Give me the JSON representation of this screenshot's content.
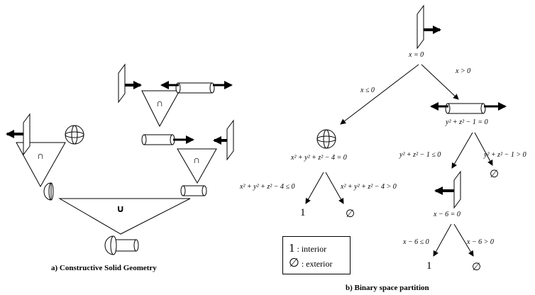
{
  "left": {
    "caption": "a) Constructive Solid Geometry",
    "operators": [
      "∩",
      "∩",
      "∩",
      "∪"
    ]
  },
  "right": {
    "caption": "b) Binary space partition",
    "nodes": {
      "root": "x = 0",
      "cylinder": "y² + z² − 1 = 0",
      "sphere": "x² + y² + z² − 4 = 0",
      "plane2": "x − 6 = 0"
    },
    "edges": {
      "root_left": "x ≤ 0",
      "root_right": "x > 0",
      "cyl_left": "y² + z² − 1 ≤ 0",
      "cyl_right": "y² + z² − 1 > 0",
      "sph_left": "x² + y² + z² − 4 ≤ 0",
      "sph_right": "x² + y² + z² − 4 > 0",
      "pl_left": "x − 6 ≤ 0",
      "pl_right": "x − 6 > 0"
    },
    "leaves": {
      "sph_in": "1",
      "sph_out": "∅",
      "cyl_out": "∅",
      "pl_in": "1",
      "pl_out": "∅"
    },
    "legend": {
      "interior_symbol": "1",
      "interior_label": ": interior",
      "exterior_symbol": "∅",
      "exterior_label": ": exterior"
    }
  }
}
